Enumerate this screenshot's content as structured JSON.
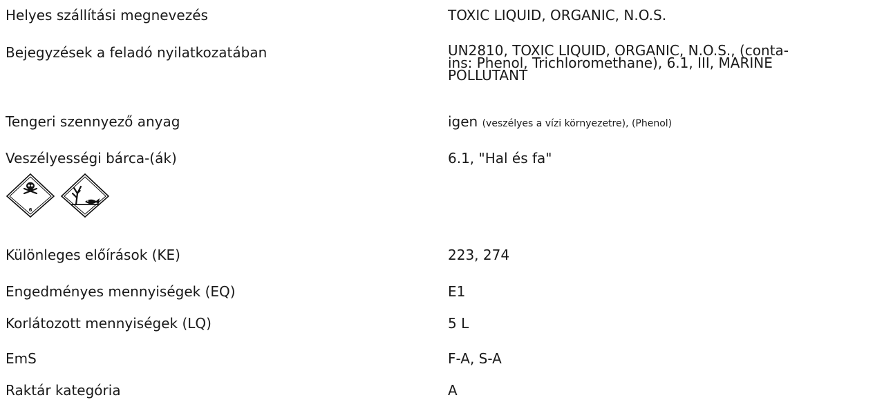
{
  "rows": [
    {
      "label": "Helyes szállítási megnevezés",
      "value": "TOXIC LIQUID, ORGANIC, N.O.S."
    },
    {
      "label": "Bejegyzések a feladó nyilatkozatában",
      "value_lines": [
        "UN2810, TOXIC LIQUID, ORGANIC, N.O.S., (conta-",
        "ins: Phenol, Trichloromethane), 6.1, III, MARINE",
        "POLLUTANT"
      ]
    },
    {
      "label": "Tengeri szennyező anyag",
      "value_main": "igen",
      "value_small": "(veszélyes a vízi környezetre), (Phenol)"
    },
    {
      "label": "Veszélyességi bárca-(ák)",
      "value": "6.1, \"Hal és fa\""
    },
    {
      "label": "Különleges előírások (KE)",
      "value": "223, 274"
    },
    {
      "label": "Engedményes mennyiségek (EQ)",
      "value": "E1"
    },
    {
      "label": "Korlátozott mennyiségek (LQ)",
      "value": "5 L"
    },
    {
      "label": "EmS",
      "value": "F-A, S-A"
    },
    {
      "label": "Raktár kategória",
      "value": "A"
    }
  ],
  "pictograms": {
    "toxic_class_number": "6"
  }
}
